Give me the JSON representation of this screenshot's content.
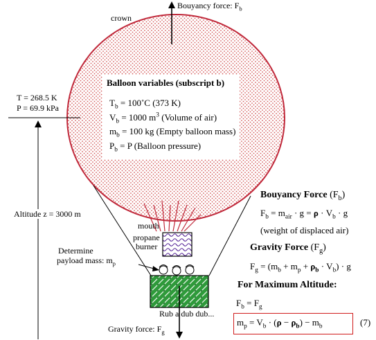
{
  "labels": {
    "buoyancy_force_top": "Bouyancy force: F",
    "buoyancy_force_top_sub": "b",
    "crown": "crown",
    "temperature": "T = 268.5 K",
    "pressure": "P = 69.9 kPa",
    "altitude": "Altitude z = 3000 m",
    "mouth": "mouth",
    "propane": "propane",
    "burner": "burner",
    "determine": "Determine",
    "payload": "payload mass: m",
    "payload_sub": "p",
    "basket_label": "Rub a dub dub...",
    "gravity_force_bottom": "Gravity force: F",
    "gravity_force_bottom_sub": "g"
  },
  "variables": {
    "heading": "Balloon variables (subscript b)",
    "line1": {
      "sym": "T",
      "sub": "b",
      "text": " = 100˚C (373 K)"
    },
    "line2": {
      "sym": "V",
      "sub": "b",
      "text": " = 1000 m",
      "sup": "3",
      "text2": " (Volume of air)"
    },
    "line3": {
      "sym": "m",
      "sub": "b",
      "text": " = 100 kg (Empty balloon mass)"
    },
    "line4": {
      "sym": "P",
      "sub": "b",
      "text": " = P (Balloon pressure)"
    }
  },
  "equations": {
    "buoyancy_heading": "Bouyancy Force",
    "buoyancy_paren": "(F",
    "buoyancy_paren_sub": "b",
    "buoyancy_eq_a": "F",
    "buoyancy_eq_a_sub": "b",
    "buoyancy_eq_b": " = m",
    "buoyancy_eq_b_sub": "air",
    "buoyancy_eq_c": " · g = ",
    "buoyancy_eq_rho": "ρ",
    "buoyancy_eq_d": " · V",
    "buoyancy_eq_d_sub": "b",
    "buoyancy_eq_e": " · g",
    "buoyancy_note": "(weight of displaced air)",
    "gravity_heading": "Gravity Force",
    "gravity_paren": "(F",
    "gravity_paren_sub": "g",
    "gravity_eq": "F",
    "gravity_eq_sub": "g",
    "gravity_eq_rest": " = (m",
    "gravity_eq_rest_sub": "b",
    "gravity_eq_plus1": " + m",
    "gravity_eq_plus1_sub": "p",
    "gravity_eq_plus2": " + ",
    "gravity_eq_rho": "ρ",
    "gravity_eq_rho_sub": "b",
    "gravity_eq_v": " · V",
    "gravity_eq_v_sub": "b",
    "gravity_eq_end": ") · g",
    "max_alt_heading": "For Maximum Altitude:",
    "equal_a": "F",
    "equal_a_sub": "b",
    "equal_b": " = F",
    "equal_b_sub": "g",
    "final_a": "m",
    "final_a_sub": "p",
    "final_b": " = V",
    "final_b_sub": "b",
    "final_c": " · (",
    "final_rho": "ρ",
    "final_d": " − ",
    "final_rho2": "ρ",
    "final_rho2_sub": "b",
    "final_e": ") − m",
    "final_e_sub": "b",
    "eq_number": "(7)"
  },
  "colors": {
    "envelope_outline": "#c0283a",
    "envelope_fill": "#f3d0d0",
    "flame": "#c0283a",
    "burner_pattern": "#5a2a9a",
    "basket_fill": "#2e9a3a",
    "final_box": "#d01c1c"
  }
}
